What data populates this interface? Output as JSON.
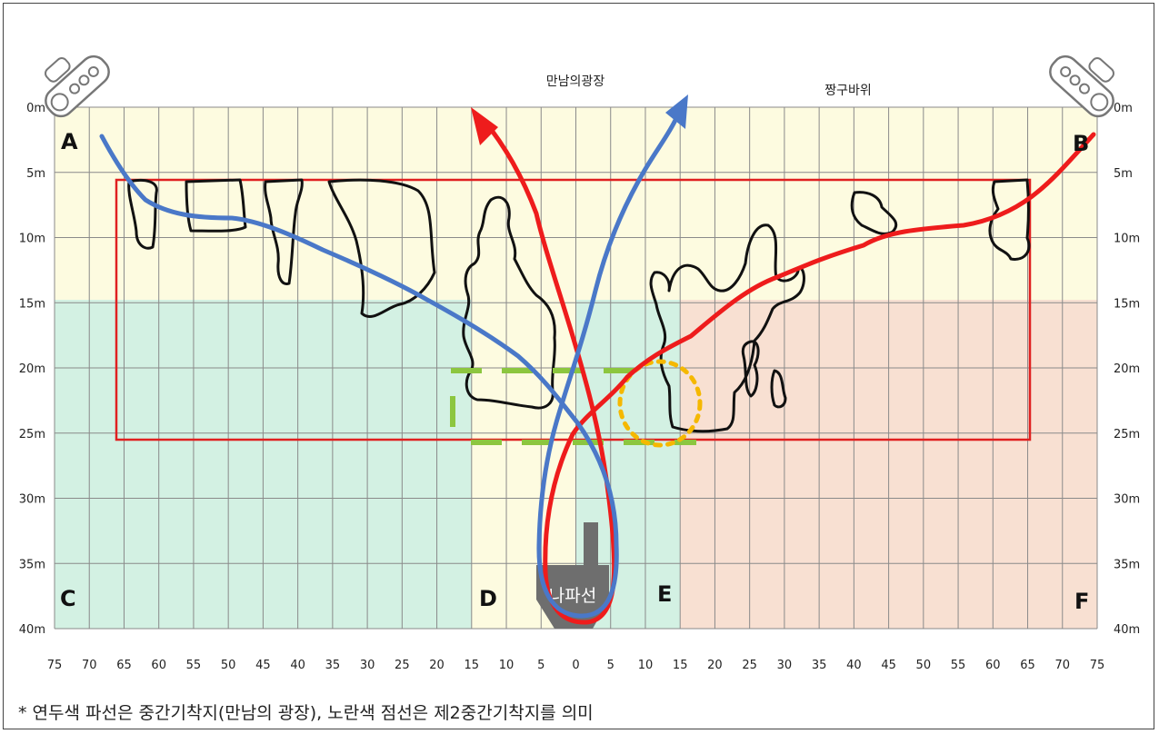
{
  "top_labels": {
    "plaza": "만남의광장",
    "rock": "짱구바위"
  },
  "depth_labels": [
    "0m",
    "5m",
    "10m",
    "15m",
    "20m",
    "25m",
    "30m",
    "35m",
    "40m"
  ],
  "distance_labels": [
    "75",
    "70",
    "65",
    "60",
    "55",
    "50",
    "45",
    "40",
    "35",
    "30",
    "25",
    "20",
    "15",
    "10",
    "5",
    "0",
    "5",
    "10",
    "15",
    "20",
    "25",
    "30",
    "35",
    "40",
    "45",
    "50",
    "55",
    "60",
    "65",
    "70",
    "75"
  ],
  "points": {
    "A": "A",
    "B": "B",
    "C": "C",
    "D": "D",
    "E": "E",
    "F": "F"
  },
  "boat_label": "나파선",
  "caption": "* 연두색 파선은 중간기착지(만남의 광장), 노란색 점선은 제2중간기착지를 의미",
  "colors": {
    "zone_yellow": "#fdfbe0",
    "zone_green": "#d3f1e3",
    "zone_pink": "#f8e0d2",
    "route_red": "#ee1c1c",
    "route_blue": "#4a78c8",
    "rect_red": "#e02020",
    "stop_green": "#8cc63f",
    "stop_yellow": "#f5b800"
  }
}
